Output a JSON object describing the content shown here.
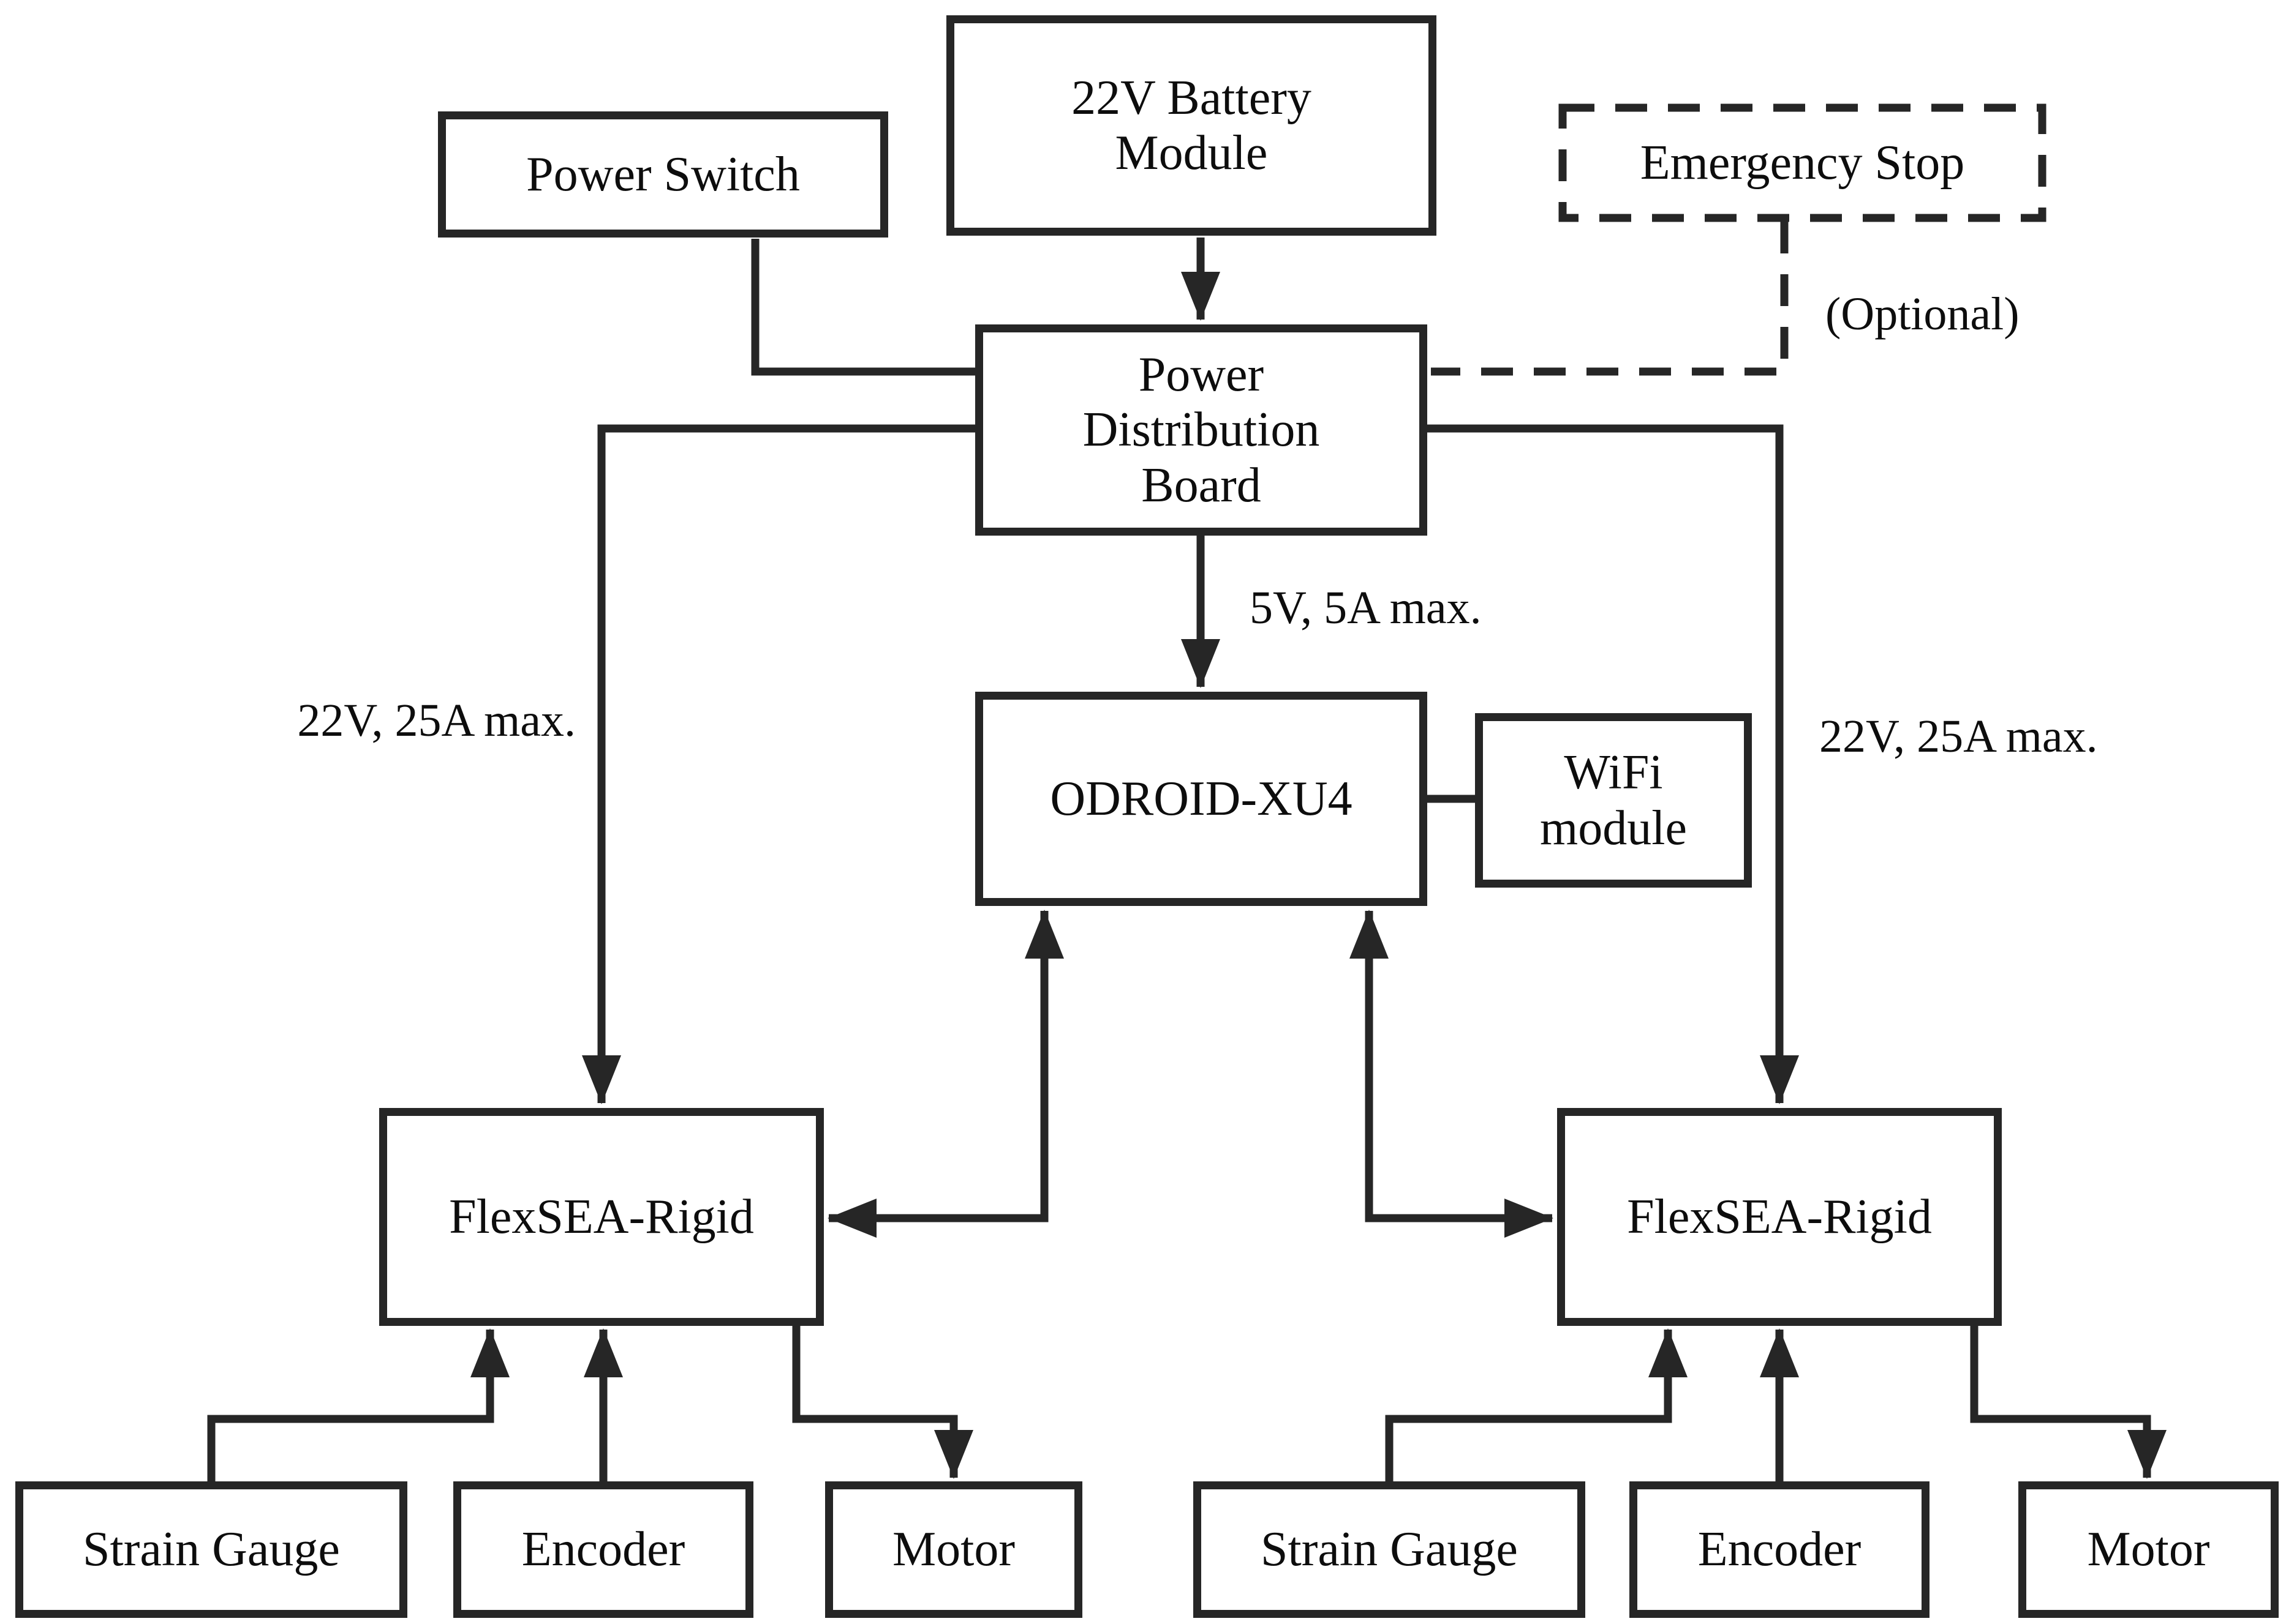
{
  "diagram": {
    "background_color": "#ffffff",
    "stroke_color": "#262626",
    "text_color": "#0d0d0d",
    "nodes": {
      "battery": {
        "label": "22V Battery\nModule",
        "border": "solid"
      },
      "power_switch": {
        "label": "Power Switch",
        "border": "solid"
      },
      "emergency_stop": {
        "label": "Emergency Stop",
        "border": "dashed"
      },
      "pdb": {
        "label": "Power\nDistribution\nBoard",
        "border": "solid"
      },
      "odroid": {
        "label": "ODROID-XU4",
        "border": "solid"
      },
      "wifi": {
        "label": "WiFi\nmodule",
        "border": "solid"
      },
      "flexsea_left": {
        "label": "FlexSEA-Rigid",
        "border": "solid"
      },
      "flexsea_right": {
        "label": "FlexSEA-Rigid",
        "border": "solid"
      },
      "strain_gauge_left": {
        "label": "Strain Gauge",
        "border": "solid"
      },
      "encoder_left": {
        "label": "Encoder",
        "border": "solid"
      },
      "motor_left": {
        "label": "Motor",
        "border": "solid"
      },
      "strain_gauge_right": {
        "label": "Strain Gauge",
        "border": "solid"
      },
      "encoder_right": {
        "label": "Encoder",
        "border": "solid"
      },
      "motor_right": {
        "label": "Motor",
        "border": "solid"
      }
    },
    "annotations": {
      "optional": "(Optional)"
    },
    "edges": {
      "battery_pdb": {
        "from": "battery",
        "to": "pdb",
        "style": "solid",
        "arrow": "to",
        "label": ""
      },
      "power_switch_pdb": {
        "from": "power_switch",
        "to": "pdb",
        "style": "solid",
        "arrow": "none",
        "label": ""
      },
      "emergency_stop_pdb": {
        "from": "emergency_stop",
        "to": "pdb",
        "style": "dashed",
        "arrow": "none",
        "label": "(Optional)"
      },
      "pdb_odroid": {
        "from": "pdb",
        "to": "odroid",
        "style": "solid",
        "arrow": "to",
        "label": "5V, 5A max."
      },
      "pdb_flexsea_left": {
        "from": "pdb",
        "to": "flexsea_left",
        "style": "solid",
        "arrow": "to",
        "label": "22V, 25A max."
      },
      "pdb_flexsea_right": {
        "from": "pdb",
        "to": "flexsea_right",
        "style": "solid",
        "arrow": "to",
        "label": "22V, 25A max."
      },
      "odroid_flexsea_left": {
        "from": "odroid",
        "to": "flexsea_left",
        "style": "solid",
        "arrow": "both",
        "label": ""
      },
      "odroid_flexsea_right": {
        "from": "odroid",
        "to": "flexsea_right",
        "style": "solid",
        "arrow": "both",
        "label": ""
      },
      "odroid_wifi": {
        "from": "odroid",
        "to": "wifi",
        "style": "solid",
        "arrow": "none",
        "label": ""
      },
      "sg_left_flexsea": {
        "from": "strain_gauge_left",
        "to": "flexsea_left",
        "style": "solid",
        "arrow": "to",
        "label": ""
      },
      "enc_left_flexsea": {
        "from": "encoder_left",
        "to": "flexsea_left",
        "style": "solid",
        "arrow": "to",
        "label": ""
      },
      "flexsea_motor_left": {
        "from": "flexsea_left",
        "to": "motor_left",
        "style": "solid",
        "arrow": "to",
        "label": ""
      },
      "sg_right_flexsea": {
        "from": "strain_gauge_right",
        "to": "flexsea_right",
        "style": "solid",
        "arrow": "to",
        "label": ""
      },
      "enc_right_flexsea": {
        "from": "encoder_right",
        "to": "flexsea_right",
        "style": "solid",
        "arrow": "to",
        "label": ""
      },
      "flexsea_motor_right": {
        "from": "flexsea_right",
        "to": "motor_right",
        "style": "solid",
        "arrow": "to",
        "label": ""
      }
    }
  }
}
